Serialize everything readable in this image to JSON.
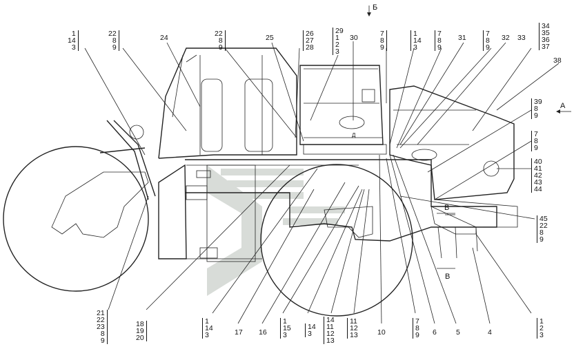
{
  "callouts": {
    "c_1_14_3_a": "1\n14\n3",
    "c_22_8_9_a": "22\n8\n9",
    "c_24": "24",
    "c_22_8_9_b": "22\n8\n9",
    "c_25": "25",
    "c_26_27_28": "26\n27\n28",
    "c_29_1_2_3": "29\n1\n2\n3",
    "c_30": "30",
    "c_7_8_9_a": "7\n8\n9",
    "c_1_14_3_b": "1\n14\n3",
    "c_7_8_9_b": "7\n8\n9",
    "c_31": "31",
    "c_7_8_9_c": "7\n8\n9",
    "c_32": "32",
    "c_33": "33",
    "c_34_37": "34\n35\n36\n37",
    "c_38": "38",
    "c_39_8_9": "39\n8\n9",
    "c_7_8_9_d": "7\n8\n9",
    "c_40_44": "40\n41\n42\n43\n44",
    "c_45_22_8_9": "45\n22\n8\n9",
    "c_21_23_8_9": "21\n22\n23\n8\n9",
    "c_18_19_20": "18\n19\n20",
    "c_1_14_3_c": "1\n14\n3",
    "c_17": "17",
    "c_16": "16",
    "c_1_15_3": "1\n15\n3",
    "c_14_3": "14\n3",
    "c_14_11_12_13": "14\n11\n12\n13",
    "c_11_12_13": "11\n12\n13",
    "c_10": "10",
    "c_7_8_9_e": "7\n8\n9",
    "c_6": "6",
    "c_5": "5",
    "c_4": "4",
    "c_1_2_3": "1\n2\n3"
  },
  "views": {
    "b_top": "Б",
    "a_right": "A",
    "v_top": "В",
    "v_bottom": "В",
    "d_mark": "Д"
  }
}
